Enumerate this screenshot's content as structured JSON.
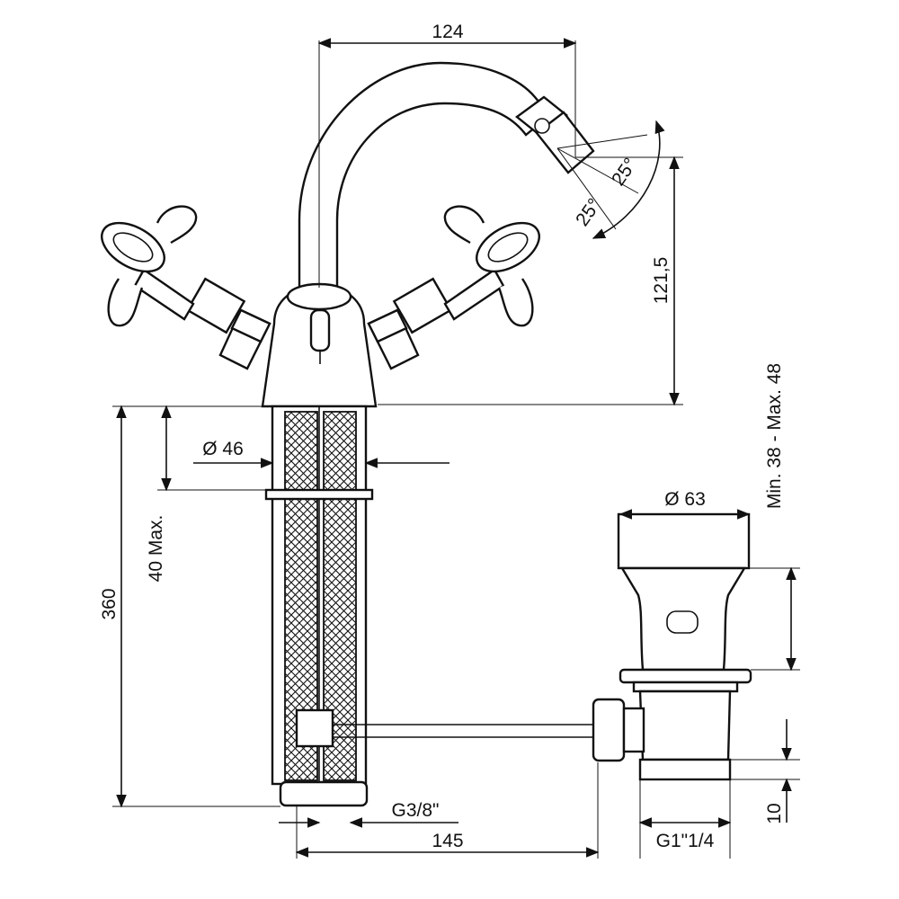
{
  "dimensions": {
    "spout_reach": "124",
    "spray_angle_left": "25°",
    "spray_angle_right": "25°",
    "spout_height": "121,5",
    "base_diameter": "Ø 46",
    "deck_thickness_max": "40 Max.",
    "overall_height": "360",
    "inlet_thread": "G3/8\"",
    "spacing": "145",
    "waste_diameter": "Ø 63",
    "waste_deck_range": "Min. 38 - Max. 48",
    "waste_thread_height": "10",
    "waste_thread": "G1\"1/4"
  }
}
